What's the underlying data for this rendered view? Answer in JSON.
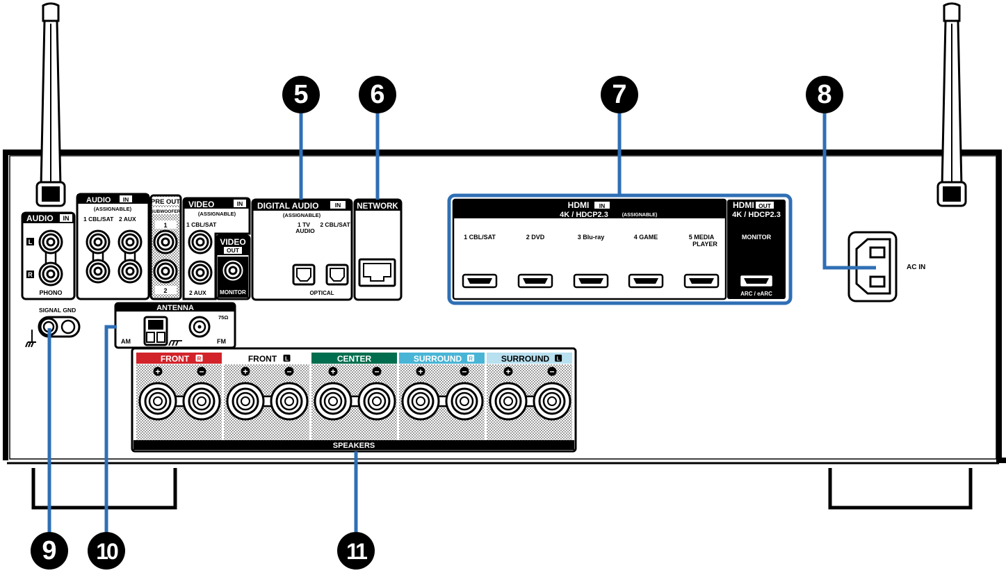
{
  "panel": {
    "audio_in_phono": {
      "title": "AUDIO",
      "badge": "IN",
      "left": "L",
      "right": "R",
      "caption": "PHONO"
    },
    "audio_in_assignable": {
      "title": "AUDIO",
      "badge": "IN",
      "sub": "(ASSIGNABLE)",
      "in1": "1 CBL/SAT",
      "in2": "2 AUX"
    },
    "pre_out": {
      "title": "PRE OUT",
      "sub": "SUBWOOFER",
      "ch1": "1",
      "ch2": "2"
    },
    "video_in": {
      "title": "VIDEO",
      "badge": "IN",
      "sub": "(ASSIGNABLE)",
      "in1": "1 CBL/SAT",
      "in2": "2 AUX"
    },
    "video_out": {
      "title": "VIDEO",
      "badge": "OUT",
      "caption": "MONITOR"
    },
    "digital_audio": {
      "title": "DIGITAL AUDIO",
      "badge": "IN",
      "sub": "(ASSIGNABLE)",
      "in1_a": "1 TV",
      "in1_b": "AUDIO",
      "in2": "2 CBL/SAT",
      "caption": "OPTICAL"
    },
    "network": {
      "title": "NETWORK"
    },
    "hdmi_in": {
      "title": "HDMI",
      "badge": "IN",
      "sub": "4K / HDCP2.3",
      "sub_small": "(ASSIGNABLE)",
      "inputs": [
        "1  CBL/SAT",
        "2  DVD",
        "3  Blu-ray",
        "4  GAME",
        "5  MEDIA"
      ],
      "input5_line2": "PLAYER"
    },
    "hdmi_out": {
      "title": "HDMI",
      "badge": "OUT",
      "sub": "4K / HDCP2.3",
      "label": "MONITOR",
      "caption": "ARC / eARC"
    },
    "ac_in": {
      "label": "AC IN"
    },
    "signal_gnd": {
      "label": "SIGNAL GND"
    },
    "antenna": {
      "title": "ANTENNA",
      "am": "AM",
      "fm": "FM",
      "ohm": "75Ω"
    },
    "speakers": {
      "caption": "SPEAKERS",
      "channels": [
        {
          "name": "FRONT",
          "badge": "R",
          "color": "#d2232a"
        },
        {
          "name": "FRONT",
          "badge": "L",
          "color": "#ffffff"
        },
        {
          "name": "CENTER",
          "badge": "",
          "color": "#006e4e"
        },
        {
          "name": "SURROUND",
          "badge": "R",
          "color": "#49b5d6"
        },
        {
          "name": "SURROUND",
          "badge": "L",
          "color": "#b8e0ef"
        }
      ],
      "plus": "+",
      "minus": "−"
    }
  },
  "callouts": [
    "5",
    "6",
    "7",
    "8",
    "9",
    "10",
    "11"
  ],
  "colors": {
    "accent_blue": "#2f6fb5",
    "body": "#000000"
  }
}
